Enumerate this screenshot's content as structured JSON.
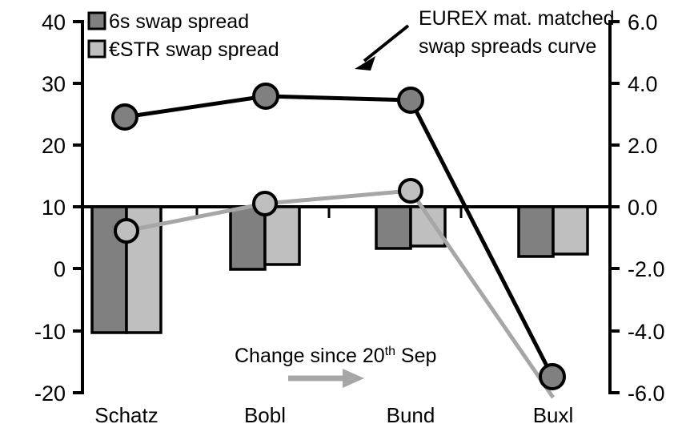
{
  "chart_data": {
    "type": "bar",
    "title": "",
    "subtitle": "",
    "xlabel": "",
    "categories": [
      "Schatz",
      "Bobl",
      "Bund",
      "Buxl"
    ],
    "grid": false,
    "legend_position": "top-left",
    "axes": {
      "left": {
        "label": "",
        "ticks": [
          "40",
          "30",
          "20",
          "10",
          "0",
          "-10",
          "-20"
        ],
        "tick_values": [
          40,
          30,
          20,
          10,
          0,
          -10,
          -20
        ],
        "ylim": [
          -20,
          40
        ]
      },
      "right": {
        "label": "",
        "ticks": [
          "6.0",
          "4.0",
          "2.0",
          "0.0",
          "-2.0",
          "-4.0",
          "-6.0"
        ],
        "tick_values": [
          6.0,
          4.0,
          2.0,
          0.0,
          -2.0,
          -4.0,
          -6.0
        ],
        "ylim": [
          -6.0,
          6.0
        ]
      }
    },
    "zero_line_left_axis_value": 10,
    "series": [
      {
        "name": "6s swap spread",
        "type": "bar",
        "axis": "right",
        "color": "#808080",
        "values": [
          -4.1,
          -1.95,
          -1.35,
          -1.55
        ]
      },
      {
        "name": "€STR swap spread",
        "type": "bar",
        "axis": "right",
        "color": "#bfbfbf",
        "values": [
          -4.1,
          -1.8,
          -1.25,
          -1.5
        ]
      },
      {
        "name": "EUREX mat. matched swap spreads curve",
        "type": "line",
        "axis": "left",
        "color": "#000000",
        "marker_color": "#808080",
        "values": [
          24.6,
          27.9,
          27.3,
          -18.0
        ]
      },
      {
        "name": "Change since 20th Sep",
        "type": "line",
        "axis": "left",
        "color": "#a6a6a6",
        "marker_color": "#bfbfbf",
        "values": [
          6.1,
          10.5,
          12.6,
          -20.5
        ]
      }
    ]
  },
  "legend": {
    "items": [
      {
        "label": "6s swap spread",
        "color": "#808080"
      },
      {
        "label": "€STR swap spread",
        "color": "#bfbfbf"
      }
    ]
  },
  "annotations": {
    "eurex": {
      "line1": "EUREX mat. matched",
      "line2": "swap spreads curve"
    },
    "change": {
      "prefix": "Change since 20",
      "superscript": "th",
      "suffix": " Sep"
    }
  },
  "colors": {
    "dark_gray": "#808080",
    "light_gray": "#bfbfbf",
    "line_black": "#000000",
    "line_gray": "#a6a6a6",
    "axis": "#000000"
  }
}
